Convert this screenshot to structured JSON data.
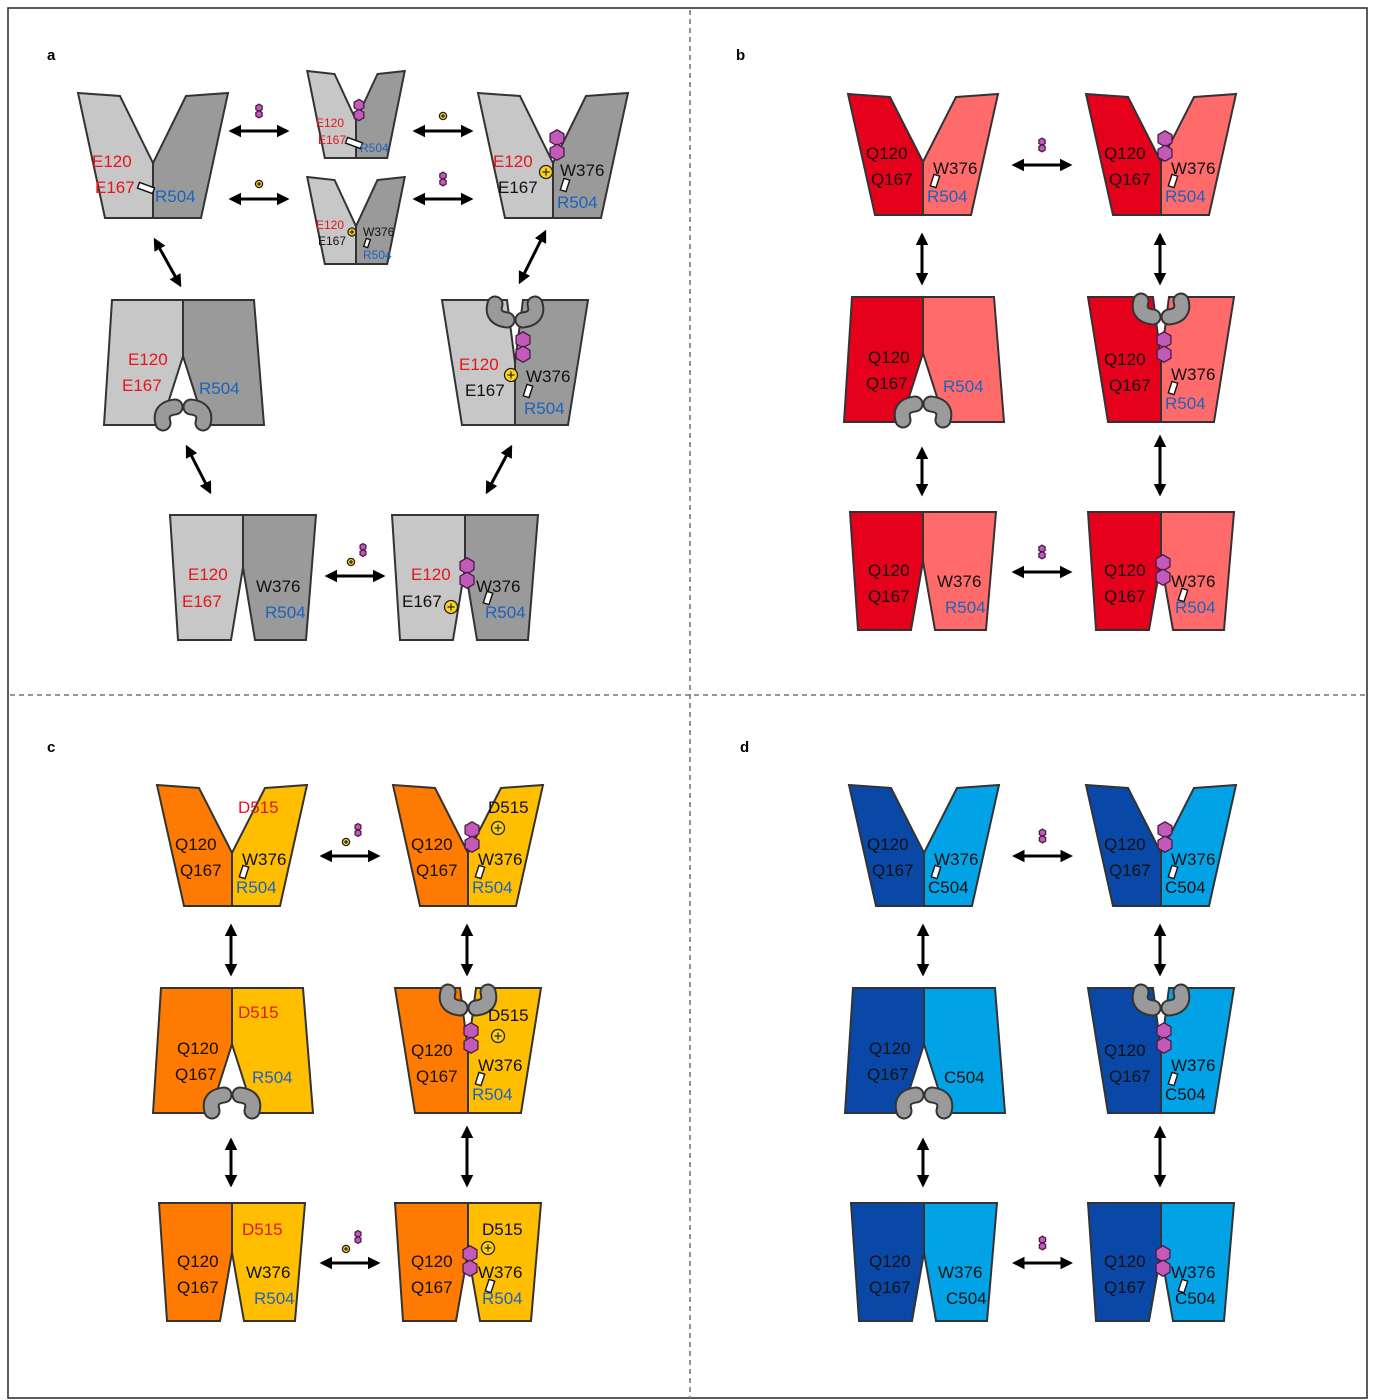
{
  "colors": {
    "border": "#333333",
    "grey_light": "#c7c7c7",
    "grey_dark": "#9a9a9a",
    "red_dark": "#e5001b",
    "red_light": "#ff6b6b",
    "orange_dark": "#ff7a00",
    "orange_light": "#ffbf00",
    "blue_dark": "#0a48a8",
    "blue_light": "#02a3e6",
    "hexagon": "#c25ab8",
    "ion": "#ffd21a",
    "text_red": "#e8141c",
    "text_blue": "#1c63bd",
    "text_black": "#111111"
  },
  "icons": {
    "substrate": "hexagon-pair-icon",
    "ion": "ion-circle-icon",
    "gate": "gate-loop-icon",
    "arrow": "double-arrow-icon"
  },
  "panels": [
    {
      "letter": "a",
      "states": [
        {
          "labels": {
            "E120": "E120",
            "E167": "E167",
            "R504": "R504"
          }
        },
        {
          "labels": {
            "E120": "E120",
            "E167": "E167",
            "R504": "R504"
          }
        },
        {
          "labels": {
            "E120": "E120",
            "E167": "E167",
            "W376": "W376",
            "R504": "R504"
          }
        },
        {
          "labels": {
            "E120": "E120",
            "E167": "E167",
            "W376": "W376",
            "R504": "R504"
          }
        },
        {
          "labels": {
            "E120": "E120",
            "E167": "E167",
            "R504": "R504"
          }
        },
        {
          "labels": {
            "E120": "E120",
            "E167": "E167",
            "W376": "W376",
            "R504": "R504"
          }
        },
        {
          "labels": {
            "E120": "E120",
            "E167": "E167",
            "W376": "W376",
            "R504": "R504"
          }
        },
        {
          "labels": {
            "E120": "E120",
            "E167": "E167",
            "W376": "W376",
            "R504": "R504"
          }
        }
      ]
    },
    {
      "letter": "b",
      "states": [
        {
          "labels": {
            "Q120": "Q120",
            "Q167": "Q167",
            "W376": "W376",
            "R504": "R504"
          }
        },
        {
          "labels": {
            "Q120": "Q120",
            "Q167": "Q167",
            "W376": "W376",
            "R504": "R504"
          }
        },
        {
          "labels": {
            "Q120": "Q120",
            "Q167": "Q167",
            "R504": "R504"
          }
        },
        {
          "labels": {
            "Q120": "Q120",
            "Q167": "Q167",
            "W376": "W376",
            "R504": "R504"
          }
        },
        {
          "labels": {
            "Q120": "Q120",
            "Q167": "Q167",
            "W376": "W376",
            "R504": "R504"
          }
        },
        {
          "labels": {
            "Q120": "Q120",
            "Q167": "Q167",
            "W376": "W376",
            "R504": "R504"
          }
        }
      ]
    },
    {
      "letter": "c",
      "states": [
        {
          "labels": {
            "D515": "D515",
            "Q120": "Q120",
            "Q167": "Q167",
            "W376": "W376",
            "R504": "R504"
          }
        },
        {
          "labels": {
            "D515": "D515",
            "Q120": "Q120",
            "Q167": "Q167",
            "W376": "W376",
            "R504": "R504"
          }
        },
        {
          "labels": {
            "D515": "D515",
            "Q120": "Q120",
            "Q167": "Q167",
            "R504": "R504"
          }
        },
        {
          "labels": {
            "D515": "D515",
            "Q120": "Q120",
            "Q167": "Q167",
            "W376": "W376",
            "R504": "R504"
          }
        },
        {
          "labels": {
            "D515": "D515",
            "Q120": "Q120",
            "Q167": "Q167",
            "W376": "W376",
            "R504": "R504"
          }
        },
        {
          "labels": {
            "D515": "D515",
            "Q120": "Q120",
            "Q167": "Q167",
            "W376": "W376",
            "R504": "R504"
          }
        }
      ]
    },
    {
      "letter": "d",
      "states": [
        {
          "labels": {
            "Q120": "Q120",
            "Q167": "Q167",
            "W376": "W376",
            "C504": "C504"
          }
        },
        {
          "labels": {
            "Q120": "Q120",
            "Q167": "Q167",
            "W376": "W376",
            "C504": "C504"
          }
        },
        {
          "labels": {
            "Q120": "Q120",
            "Q167": "Q167",
            "C504": "C504"
          }
        },
        {
          "labels": {
            "Q120": "Q120",
            "Q167": "Q167",
            "W376": "W376",
            "C504": "C504"
          }
        },
        {
          "labels": {
            "Q120": "Q120",
            "Q167": "Q167",
            "W376": "W376",
            "C504": "C504"
          }
        },
        {
          "labels": {
            "Q120": "Q120",
            "Q167": "Q167",
            "W376": "W376",
            "C504": "C504"
          }
        }
      ]
    }
  ]
}
